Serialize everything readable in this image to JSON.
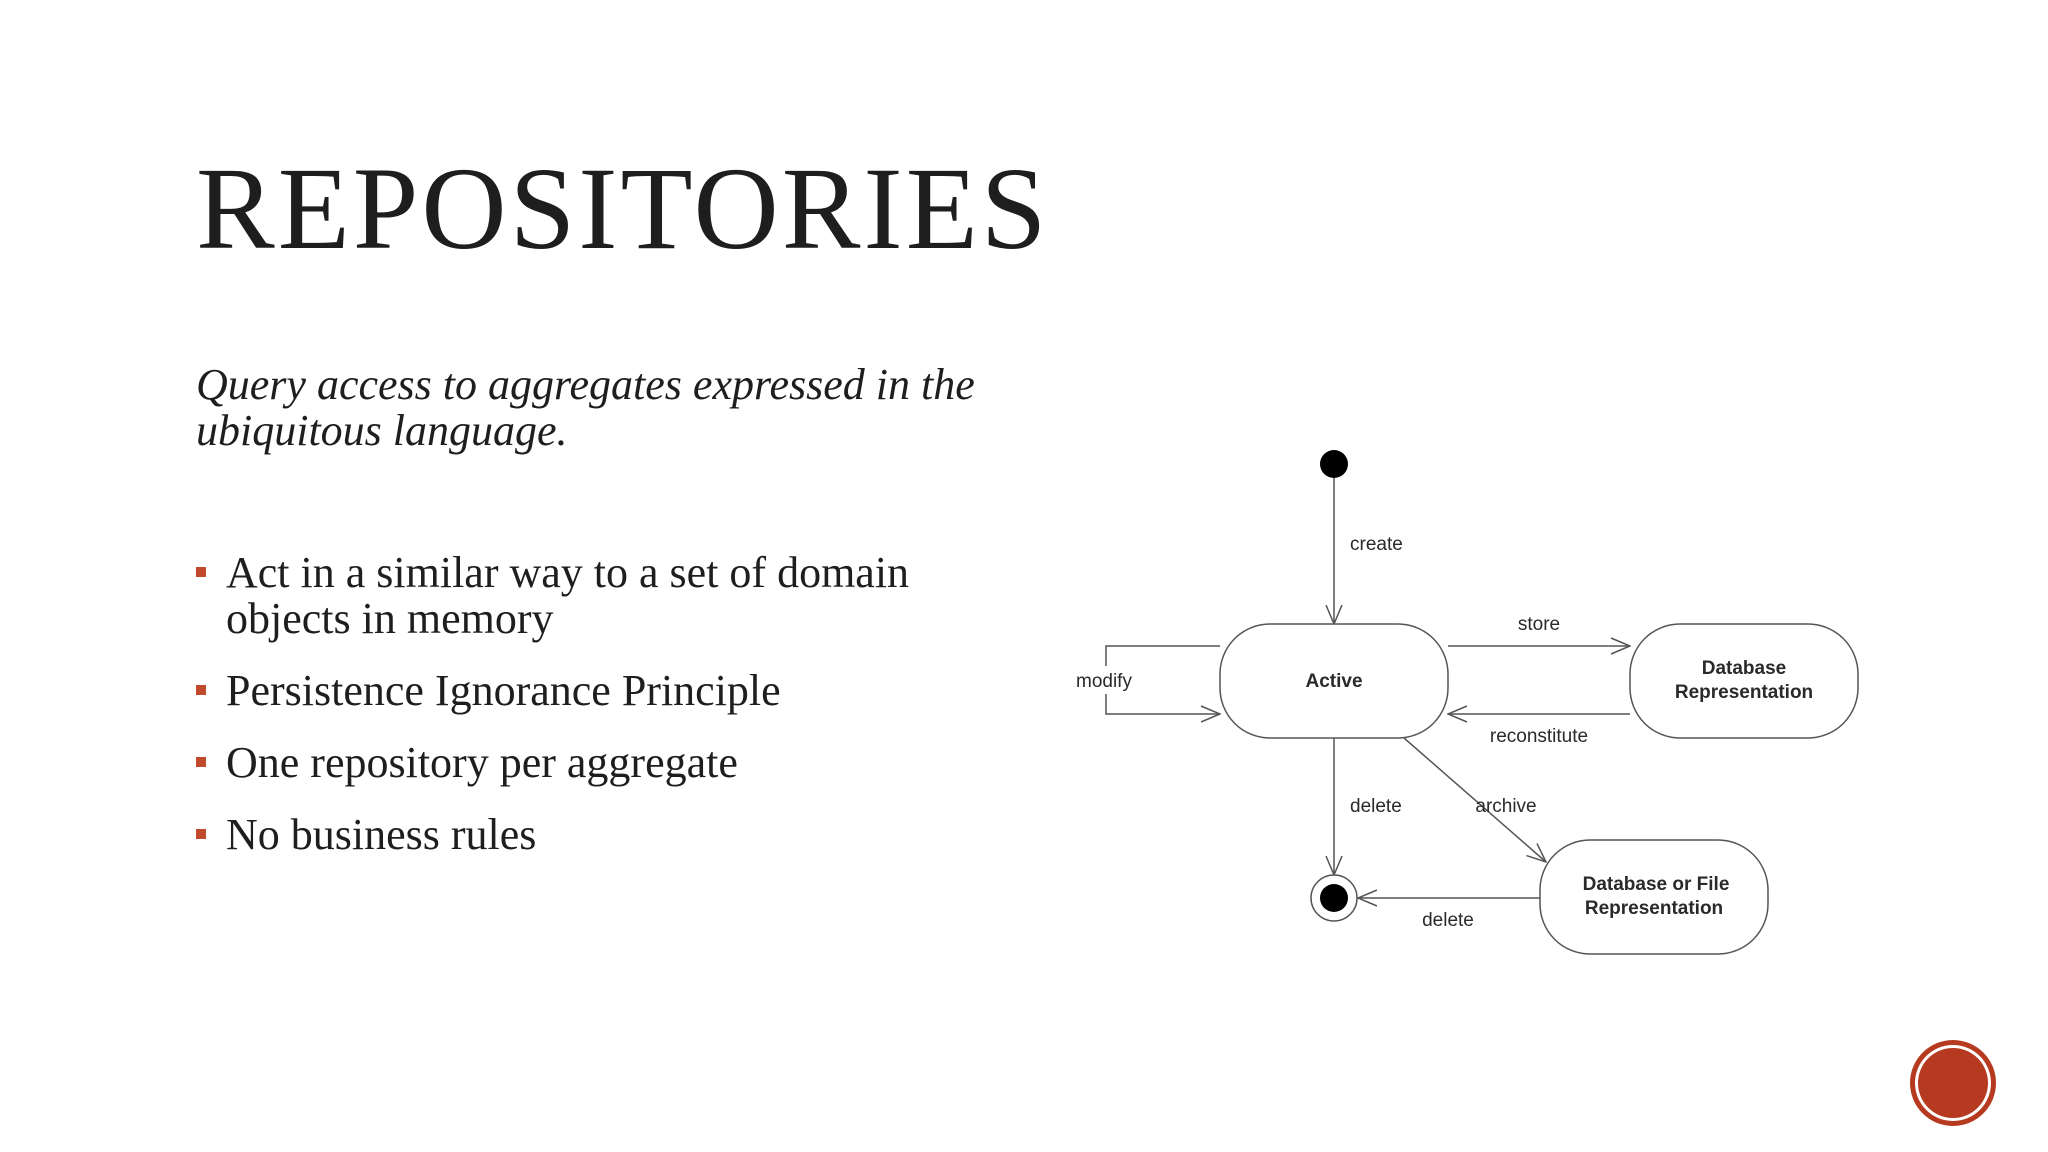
{
  "slide": {
    "title": "REPOSITORIES",
    "subtitle": "Query access to aggregates expressed in the ubiquitous language.",
    "bullets": [
      "Act in a similar way to a set of domain objects in memory",
      "Persistence Ignorance Principle",
      "One repository per aggregate",
      "No business rules"
    ]
  },
  "diagram": {
    "states": {
      "active": "Active",
      "db_rep_line1": "Database",
      "db_rep_line2": "Representation",
      "dbfile_line1": "Database or File",
      "dbfile_line2": "Representation"
    },
    "transitions": {
      "create": "create",
      "modify": "modify",
      "store": "store",
      "reconstitute": "reconstitute",
      "delete_active": "delete",
      "archive": "archive",
      "delete_archive": "delete"
    }
  },
  "colors": {
    "accent": "#c04a2b",
    "text": "#1e1e1e",
    "diagram_line": "#555555"
  },
  "icons": {
    "nav": "slide-nav-button-icon"
  }
}
